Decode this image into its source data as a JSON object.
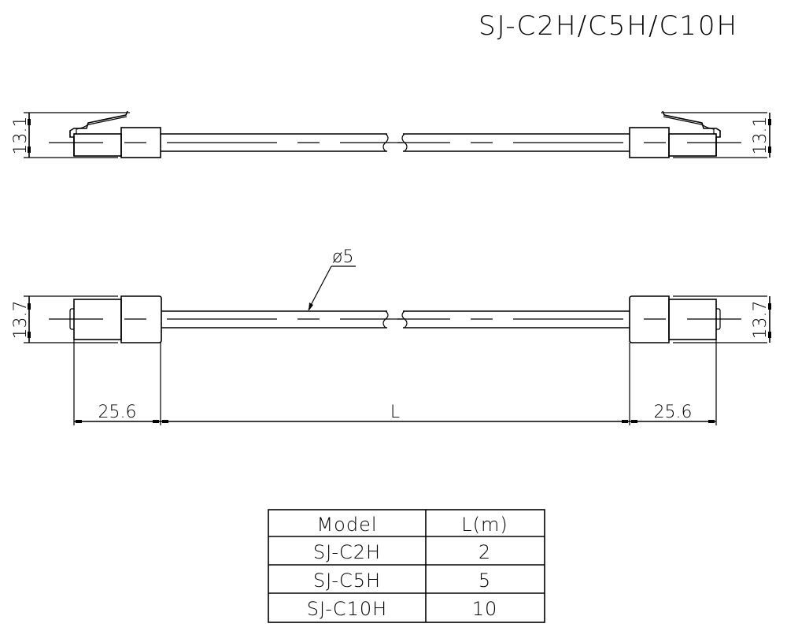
{
  "title": "SJ-C2H/C5H/C10H",
  "top_view": {
    "height_dim_left": "13.1",
    "height_dim_right": "13.1"
  },
  "side_view": {
    "height_dim_left": "13.7",
    "height_dim_right": "13.7",
    "cable_diameter": "ø5",
    "connector_length_left": "25.6",
    "connector_length_right": "25.6",
    "cable_length_label": "L"
  },
  "table": {
    "headers": [
      "Model",
      "L(m)"
    ],
    "rows": [
      {
        "model": "SJ-C2H",
        "length": "2"
      },
      {
        "model": "SJ-C5H",
        "length": "5"
      },
      {
        "model": "SJ-C10H",
        "length": "10"
      }
    ]
  }
}
